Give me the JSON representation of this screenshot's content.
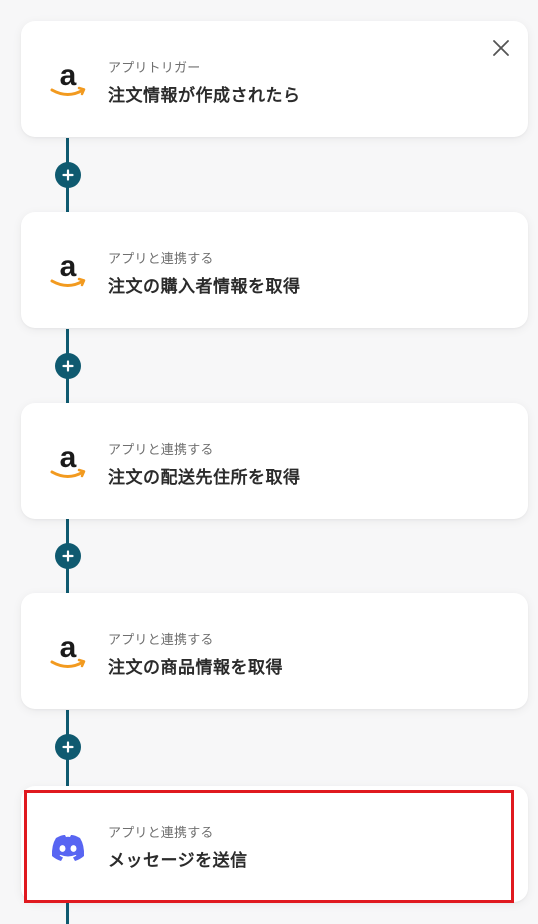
{
  "steps": [
    {
      "caption": "アプリトリガー",
      "title": "注文情報が作成されたら",
      "app_icon": "amazon-logo"
    },
    {
      "caption": "アプリと連携する",
      "title": "注文の購入者情報を取得",
      "app_icon": "amazon-logo"
    },
    {
      "caption": "アプリと連携する",
      "title": "注文の配送先住所を取得",
      "app_icon": "amazon-logo"
    },
    {
      "caption": "アプリと連携する",
      "title": "注文の商品情報を取得",
      "app_icon": "amazon-logo"
    },
    {
      "caption": "アプリと連携する",
      "title": "メッセージを送信",
      "app_icon": "discord-logo"
    }
  ],
  "icons": {
    "close": "close-icon",
    "add": "plus-icon"
  },
  "colors": {
    "connector": "#0f5a70",
    "highlight": "#e0191f",
    "amazon_orange": "#f29a1f",
    "discord": "#5865f2"
  }
}
